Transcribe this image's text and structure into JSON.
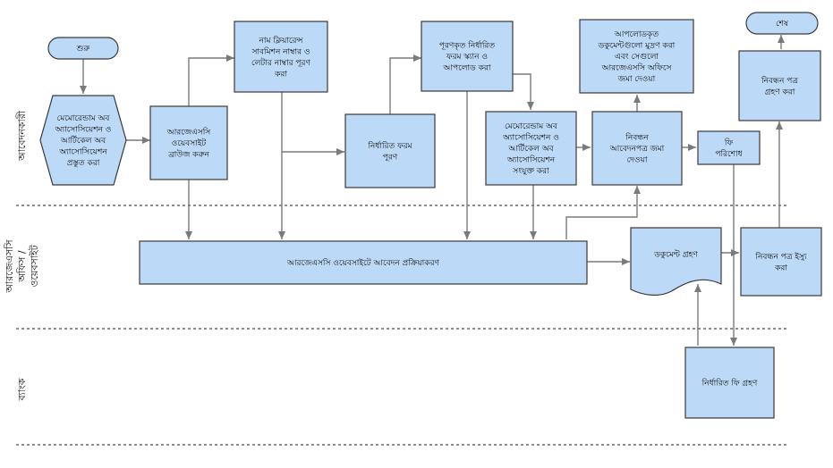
{
  "lanes": {
    "applicant": "আবেদনকারী",
    "rjsc_line1": "আরজেএসসি",
    "rjsc_line2": "অফিস /",
    "rjsc_line3": "ওয়েবসাইট",
    "bank": "ব্যাংক"
  },
  "nodes": {
    "start": [
      "শুরু"
    ],
    "end": [
      "শেষ"
    ],
    "prepare_memorandum": [
      "মেমোরেন্ডাম অব",
      "অ্যাসোসিয়েশন ও",
      "আর্টিকেল অব",
      "অ্যাসোসিয়েশন",
      "প্রস্তুত করা"
    ],
    "browse_website": [
      "আরজেএসসি",
      "ওয়েবসাইট",
      "ব্রাউজ করুন"
    ],
    "fill_name_clearance": [
      "নাম ক্লিয়ারেন্স",
      "সাবমিশন নাম্বার ও",
      "লেটার নাম্বার পূরণ",
      "করা"
    ],
    "fill_prescribed_form": [
      "নির্ধারিত ফরম",
      "পূরণ"
    ],
    "scan_upload_form": [
      "পূরণকৃত নির্ধারিত",
      "ফরম স্ক্যান ও",
      "আপলোড করা"
    ],
    "attach_memorandum": [
      "মেমোরেন্ডাম অব",
      "অ্যাসোসিয়েশন ও",
      "আর্টিকেল অব",
      "অ্যাসোসিয়েশন",
      "সংযুক্ত করা"
    ],
    "print_uploaded_docs": [
      "আপলোডকৃত",
      "ডকুমেন্টগুলো মুদ্রণ করা",
      "এবং সেগুলো",
      "আরজেএসসি অফিসে",
      "জমা দেওয়া"
    ],
    "submit_registration": [
      "নিবন্ধন",
      "আবেদনপত্র জমা",
      "দেওয়া"
    ],
    "pay_fee": [
      "ফি",
      "পরিশোধ"
    ],
    "receive_certificate": [
      "নিবন্ধন পত্র",
      "গ্রহণ করা"
    ],
    "website_processing": [
      "আরজেএসসি ওয়েবসাইটে আবেদন প্রক্রিয়াকরণ"
    ],
    "document_receipt": [
      "ডকুমেন্ট গ্রহণ"
    ],
    "issue_certificate": [
      "নিবন্ধন পত্র ইস্যু",
      "করা"
    ],
    "receive_fee": [
      "নির্ধারিত ফি গ্রহণ"
    ]
  },
  "colors": {
    "box_fill": "#bcd9f7",
    "box_stroke": "#3a3a3a",
    "connector": "#7a7a7a",
    "lane_divider": "#4a4a4a"
  }
}
